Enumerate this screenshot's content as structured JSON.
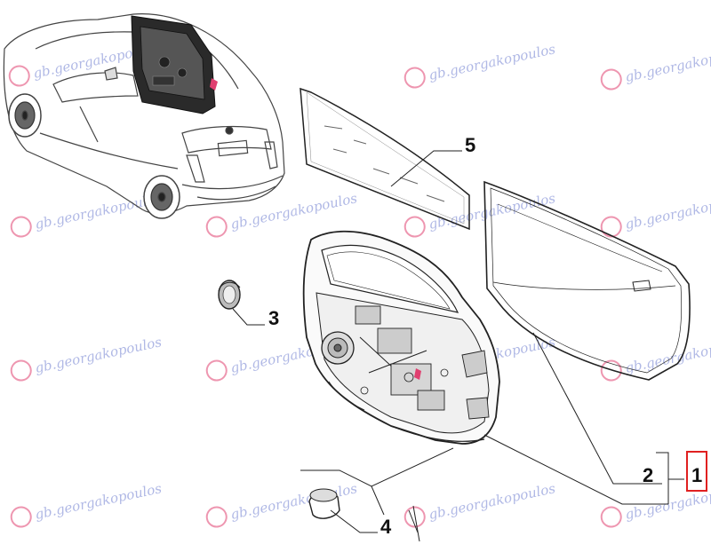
{
  "watermark": {
    "text": "gb.georgakopoulos",
    "color": "#6f7fd0",
    "logo_color": "#e04070"
  },
  "callouts": [
    {
      "id": "1",
      "label": "1",
      "highlighted": true,
      "highlight_color": "#e02020"
    },
    {
      "id": "2",
      "label": "2"
    },
    {
      "id": "3",
      "label": "3"
    },
    {
      "id": "4",
      "label": "4"
    },
    {
      "id": "5",
      "label": "5"
    }
  ],
  "parts": {
    "car": "car-rear-view",
    "door_shell": "door-shell",
    "door_outer_panel": "door-outer-panel",
    "window_glass": "window-glass",
    "grommet": "grommet",
    "plug": "plug"
  }
}
